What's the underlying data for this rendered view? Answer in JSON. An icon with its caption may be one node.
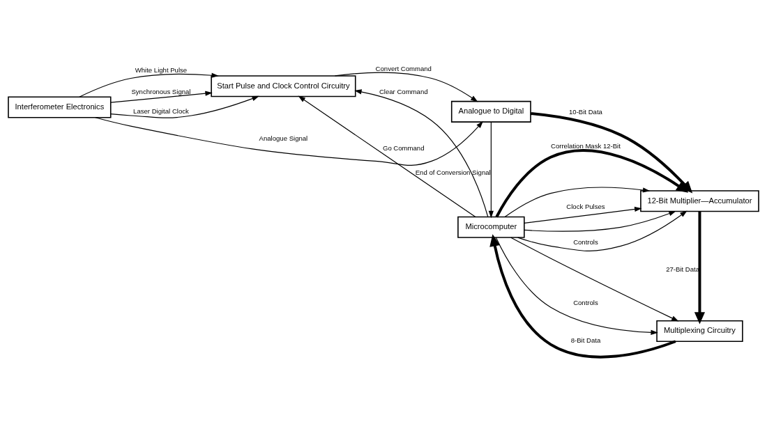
{
  "diagram": {
    "nodes": [
      {
        "text": [
          "Interferometer Electronics"
        ]
      },
      {
        "text": [
          "Start Pulse and Clock Control Circuitry"
        ]
      },
      {
        "text": [
          "Analogue to Digital"
        ]
      },
      {
        "text": [
          "Microcomputer"
        ]
      },
      {
        "text": [
          "12-Bit Multiplier—Accumulator"
        ]
      },
      {
        "text": [
          "Multiplexing Circuitry"
        ]
      }
    ],
    "edges": [
      {
        "from": 0,
        "to": 2,
        "arrow": "to",
        "label": "Analogue Signal"
      },
      {
        "from": 0,
        "to": 1,
        "arrow": "to",
        "label": "White Light Pulse"
      },
      {
        "from": 0,
        "to": 1,
        "arrow": "to",
        "label": "Synchronous Signal"
      },
      {
        "from": 0,
        "to": 1,
        "arrow": "to",
        "label": "Laser Digital Clock"
      },
      {
        "from": 1,
        "to": 2,
        "arrow": "to",
        "label": "Convert Command"
      },
      {
        "from": 2,
        "to": 3,
        "arrow": "to",
        "label": "End of Conversion Signal"
      },
      {
        "from": 2,
        "to": 4,
        "arrow": "to",
        "label": "10-Bit Data",
        "style": "thick"
      },
      {
        "from": 3,
        "to": 1,
        "arrow": "to",
        "label": "Clear Command"
      },
      {
        "from": 3,
        "to": 1,
        "arrow": "to",
        "label": "Go Command"
      },
      {
        "from": 3,
        "to": 4,
        "arrow": "to",
        "label": "Correlation Mask 12-Bit",
        "style": "thick"
      },
      {
        "from": 3,
        "to": 4,
        "arrow": "to"
      },
      {
        "from": 3,
        "to": 4,
        "arrow": "to",
        "label": "Clock Pulses"
      },
      {
        "from": 3,
        "to": 4,
        "arrow": "to"
      },
      {
        "from": 3,
        "to": 4,
        "arrow": "to",
        "label": "Controls"
      },
      {
        "from": 4,
        "to": 5,
        "arrow": "to",
        "label": "27-Bit Data",
        "style": "thick"
      },
      {
        "from": 3,
        "to": 5,
        "arrow": "to"
      },
      {
        "from": 3,
        "to": 5,
        "arrow": "to",
        "label": "Controls"
      },
      {
        "from": 5,
        "to": 3,
        "arrow": "to",
        "label": "8-Bit Data",
        "style": "thick"
      }
    ]
  }
}
